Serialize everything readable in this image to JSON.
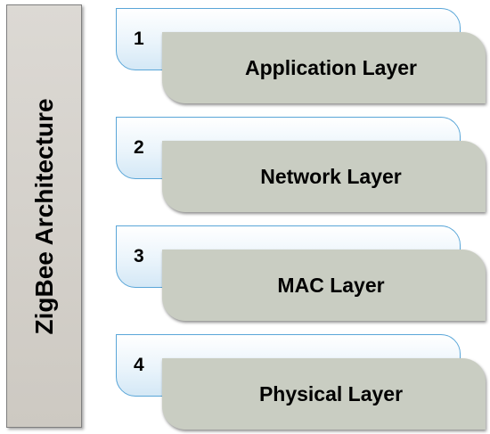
{
  "diagram": {
    "side_title": "ZigBee Architecture",
    "layers": [
      {
        "number": "1",
        "label": "Application Layer"
      },
      {
        "number": "2",
        "label": "Network Layer"
      },
      {
        "number": "3",
        "label": "MAC Layer"
      },
      {
        "number": "4",
        "label": "Physical Layer"
      }
    ]
  },
  "colors": {
    "side_box_fill": "#cdc9c2",
    "tab_border": "#5aa6d8",
    "tab_fill": "#eaf4fb",
    "card_fill": "#c9cdc2"
  }
}
